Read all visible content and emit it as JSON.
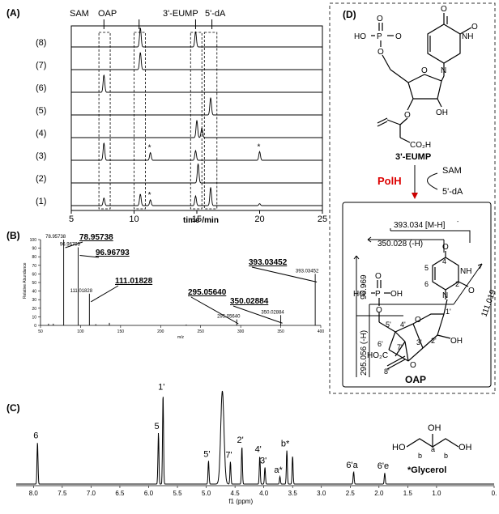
{
  "panels": {
    "A": "(A)",
    "B": "(B)",
    "C": "(C)",
    "D": "(D)"
  },
  "chart_data": [
    {
      "type": "line",
      "panel": "A",
      "xlabel": "time /min",
      "xlim": [
        5,
        25
      ],
      "xticks": [
        "5",
        "10",
        "15",
        "20",
        "25"
      ],
      "peak_labels": [
        "SAM",
        "OAP",
        "3'-EUMP",
        "5'-dA"
      ],
      "traces": [
        {
          "label": "(8)",
          "peaks": [
            [
              10.5,
              1.0
            ],
            [
              14.9,
              0.8
            ]
          ]
        },
        {
          "label": "(7)",
          "peaks": [
            [
              10.5,
              0.9
            ]
          ]
        },
        {
          "label": "(6)",
          "peaks": [
            [
              7.6,
              0.9
            ]
          ]
        },
        {
          "label": "(5)",
          "peaks": [
            [
              16.1,
              0.9
            ]
          ]
        },
        {
          "label": "(4)",
          "peaks": [
            [
              15.0,
              0.9
            ],
            [
              15.4,
              0.5
            ]
          ]
        },
        {
          "label": "(3)",
          "peaks": [
            [
              7.6,
              0.9
            ],
            [
              11.3,
              0.4
            ],
            [
              14.9,
              0.5
            ],
            [
              20.0,
              0.45
            ]
          ],
          "stars": [
            11.3,
            20.0
          ]
        },
        {
          "label": "(2)",
          "peaks": [
            [
              15.1,
              1.0
            ]
          ]
        },
        {
          "label": "(1)",
          "peaks": [
            [
              7.6,
              0.4
            ],
            [
              10.5,
              0.6
            ],
            [
              11.3,
              0.3
            ],
            [
              14.9,
              0.5
            ],
            [
              16.1,
              0.95
            ],
            [
              20.0,
              0.1
            ]
          ],
          "stars": [
            11.3
          ]
        }
      ],
      "star": "*"
    },
    {
      "type": "bar",
      "panel": "B",
      "xlabel": "m/z",
      "ylabel": "Relative Abundance",
      "xlim": [
        50,
        400
      ],
      "ylim": [
        0,
        100
      ],
      "xticks": [
        "50",
        "100",
        "150",
        "200",
        "250",
        "300",
        "350",
        "400"
      ],
      "yticks": [
        "0",
        "10",
        "20",
        "30",
        "40",
        "50",
        "60",
        "70",
        "80",
        "90",
        "100"
      ],
      "peaks": [
        {
          "mz": 78.95738,
          "abundance": 100,
          "label": "78.95738"
        },
        {
          "mz": 96.96793,
          "abundance": 91,
          "label": "96.96793"
        },
        {
          "mz": 111.01828,
          "abundance": 37,
          "label": "111.01828"
        },
        {
          "mz": 295.0564,
          "abundance": 7,
          "label": "295.05640"
        },
        {
          "mz": 350.02884,
          "abundance": 12,
          "label": "350.02884"
        },
        {
          "mz": 393.03452,
          "abundance": 60,
          "label": "393.03452"
        },
        {
          "mz": 60,
          "abundance": 2,
          "label": ""
        },
        {
          "mz": 66,
          "abundance": 2,
          "label": ""
        },
        {
          "mz": 119,
          "abundance": 1.5,
          "label": ""
        },
        {
          "mz": 136,
          "abundance": 3,
          "label": ""
        },
        {
          "mz": 232,
          "abundance": 1,
          "label": ""
        }
      ],
      "callouts": [
        {
          "text": "78.95738",
          "target": 78.95738
        },
        {
          "text": "96.96793",
          "target": 96.96793
        },
        {
          "text": "111.01828",
          "target": 111.01828
        },
        {
          "text": "295.05640",
          "target": 295.0564
        },
        {
          "text": "350.02884",
          "target": 350.02884
        },
        {
          "text": "393.03452",
          "target": 393.03452
        }
      ]
    },
    {
      "type": "line",
      "panel": "C",
      "xlabel": "f1 (ppm)",
      "xlim": [
        8.3,
        0.0
      ],
      "xticks": [
        "8.0",
        "7.5",
        "7.0",
        "6.5",
        "6.0",
        "5.5",
        "5.0",
        "4.5",
        "4.0",
        "3.5",
        "3.0",
        "2.5",
        "2.0",
        "1.5",
        "1.0",
        "0."
      ],
      "peaks": [
        {
          "ppm": 7.93,
          "height": 0.45,
          "label": "6"
        },
        {
          "ppm": 5.83,
          "height": 0.55,
          "label": "5"
        },
        {
          "ppm": 5.75,
          "height": 0.97,
          "label": "1'"
        },
        {
          "ppm": 4.96,
          "height": 0.25,
          "label": "5'"
        },
        {
          "ppm": 4.72,
          "height": 1.0,
          "label": ""
        },
        {
          "ppm": 4.58,
          "height": 0.24,
          "label": "7'"
        },
        {
          "ppm": 4.38,
          "height": 0.4,
          "label": "2'"
        },
        {
          "ppm": 4.07,
          "height": 0.3,
          "label": "4'"
        },
        {
          "ppm": 3.98,
          "height": 0.18,
          "label": "3'"
        },
        {
          "ppm": 3.72,
          "height": 0.08,
          "label": "a*"
        },
        {
          "ppm": 3.6,
          "height": 0.36,
          "label": "b*"
        },
        {
          "ppm": 3.5,
          "height": 0.3,
          "label": ""
        },
        {
          "ppm": 2.44,
          "height": 0.13,
          "label": "6'a"
        },
        {
          "ppm": 1.9,
          "height": 0.12,
          "label": "6'e"
        }
      ]
    }
  ],
  "structure_D": {
    "top_compound": "3'-EUMP",
    "enzyme": "PolH",
    "cosubstrate": "SAM",
    "byproduct": "5'-dA",
    "bottom_compound": "OAP",
    "top_atoms": [
      "O",
      "NH",
      "O",
      "N",
      "O",
      "HO",
      "P",
      "O",
      "O",
      "OH",
      "O",
      "O",
      "OH",
      "CO₂H"
    ],
    "fragments": {
      "mh": "393.034 [M-H]",
      "mh_sup": "-",
      "h350": "350.028 (-H)",
      "v96": "96.969",
      "v111": "111.019",
      "v295": "295.056 (-H)"
    },
    "oap_atoms": [
      "O",
      "NH",
      "O",
      "N",
      "O",
      "HO",
      "P",
      "O",
      "OH",
      "O",
      "O",
      "OH",
      "HO₂C"
    ],
    "oap_numbers": [
      "5",
      "6",
      "4",
      "2",
      "1'",
      "2'",
      "3'",
      "4'",
      "5'",
      "6'",
      "7'",
      "8'"
    ]
  },
  "glycerol": {
    "name": "*Glycerol",
    "atoms": [
      "OH",
      "HO",
      "OH"
    ],
    "positions": [
      "b",
      "a",
      "b"
    ]
  }
}
